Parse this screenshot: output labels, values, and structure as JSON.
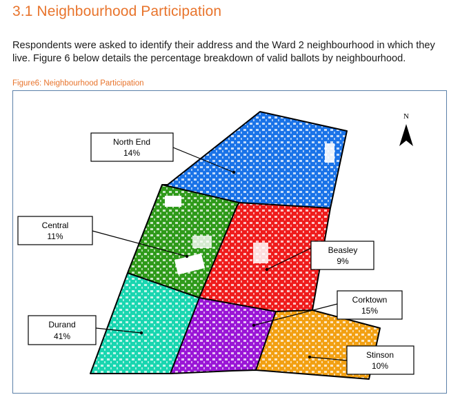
{
  "section": {
    "title": "3.1 Neighbourhood Participation",
    "intro": "Respondents were asked to identify their address and the Ward 2 neighbourhood in which they live. Figure 6 below details the percentage breakdown of valid ballots by neighbourhood."
  },
  "figure": {
    "caption": "Figure6: Neighbourhood Participation",
    "north_label": "N",
    "neighbourhoods": [
      {
        "name": "North End",
        "percent": "14%",
        "color": "#1a73e8"
      },
      {
        "name": "Central",
        "percent": "11%",
        "color": "#2f9a1a"
      },
      {
        "name": "Beasley",
        "percent": "9%",
        "color": "#ef1c1c"
      },
      {
        "name": "Corktown",
        "percent": "15%",
        "color": "#9a16d6"
      },
      {
        "name": "Durand",
        "percent": "41%",
        "color": "#19d6b0"
      },
      {
        "name": "Stinson",
        "percent": "10%",
        "color": "#f2a012"
      }
    ]
  },
  "chart_data": {
    "type": "table",
    "categories": [
      "North End",
      "Central",
      "Beasley",
      "Corktown",
      "Durand",
      "Stinson"
    ],
    "values": [
      14,
      11,
      9,
      15,
      41,
      10
    ],
    "title": "Figure6: Neighbourhood Participation"
  }
}
